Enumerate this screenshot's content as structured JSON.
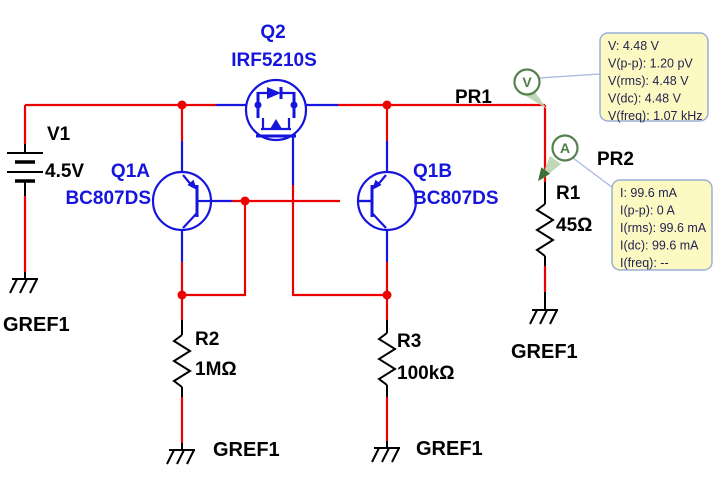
{
  "colors": {
    "wire_red": "#ec0000",
    "symbol_blue": "#1515dd",
    "label_black": "#000000",
    "tooltip_bg": "#fdf9c2",
    "tooltip_border": "#9ab0d8",
    "tooltip_text": "#23234f",
    "probe_green": "#55814f",
    "probe_arrow_green": "#b7d2ad"
  },
  "components": {
    "v1": {
      "ref": "V1",
      "value": "4.5V"
    },
    "q2": {
      "ref": "Q2",
      "part": "IRF5210S"
    },
    "q1a": {
      "ref": "Q1A",
      "part": "BC807DS"
    },
    "q1b": {
      "ref": "Q1B",
      "part": "BC807DS"
    },
    "r1": {
      "ref": "R1",
      "value": "45Ω"
    },
    "r2": {
      "ref": "R2",
      "value": "1MΩ"
    },
    "r3": {
      "ref": "R3",
      "value": "100kΩ"
    }
  },
  "grounds": {
    "g_v1": "GREF1",
    "g_r2": "GREF1",
    "g_r3": "GREF1",
    "g_r1": "GREF1"
  },
  "probes": {
    "pr1": {
      "name": "PR1",
      "symbol": "V",
      "readings": [
        "V: 4.48 V",
        "V(p-p): 1.20 pV",
        "V(rms): 4.48 V",
        "V(dc): 4.48 V",
        "V(freq): 1.07 kHz"
      ]
    },
    "pr2": {
      "name": "PR2",
      "symbol": "A",
      "readings": [
        "I: 99.6 mA",
        "I(p-p): 0 A",
        "I(rms): 99.6 mA",
        "I(dc): 99.6 mA",
        "I(freq): --"
      ]
    }
  }
}
